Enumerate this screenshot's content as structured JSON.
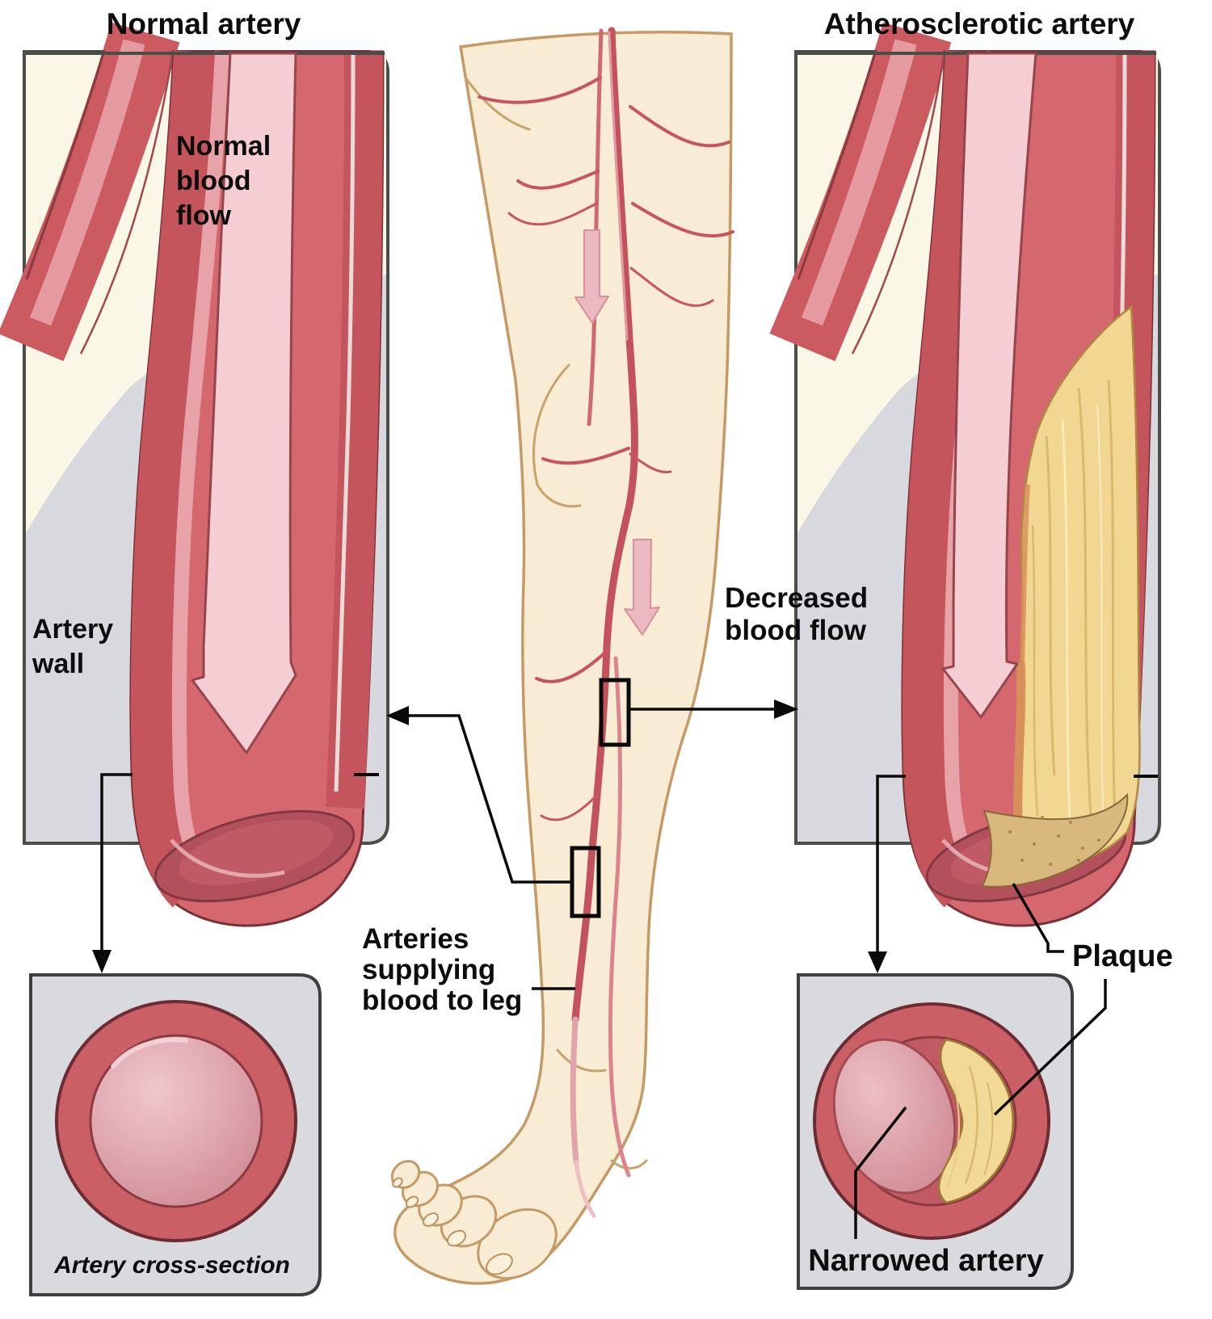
{
  "titles": {
    "left": "Normal artery",
    "right": "Atherosclerotic artery"
  },
  "left_panel": {
    "blood_flow_lines": [
      "Normal",
      "blood",
      "flow"
    ],
    "wall_lines": [
      "Artery",
      "wall"
    ],
    "cross_section_caption": "Artery cross-section"
  },
  "right_panel": {
    "blood_flow_lines": [
      "Decreased",
      "blood flow"
    ],
    "plaque_label": "Plaque",
    "narrowed_label": "Narrowed artery"
  },
  "leg": {
    "arteries_label_lines": [
      "Arteries",
      "supplying",
      "blood to leg"
    ]
  },
  "colors": {
    "artery_red": "#cd5f66",
    "artery_wall_band": "#c4555d",
    "artery_dark_edge": "#7a3036",
    "lumen_red": "#d4686e",
    "flow_arrow_pink": "#f4ced2",
    "plaque_yellow": "#f1d792",
    "plaque_cut_tan": "#d8b87c",
    "skin": "#f8ecd4",
    "skin_outline": "#c49a66",
    "panel_gray": "#d8d9de",
    "cream": "#fbf7e6",
    "ink": "#0d0d0d"
  }
}
